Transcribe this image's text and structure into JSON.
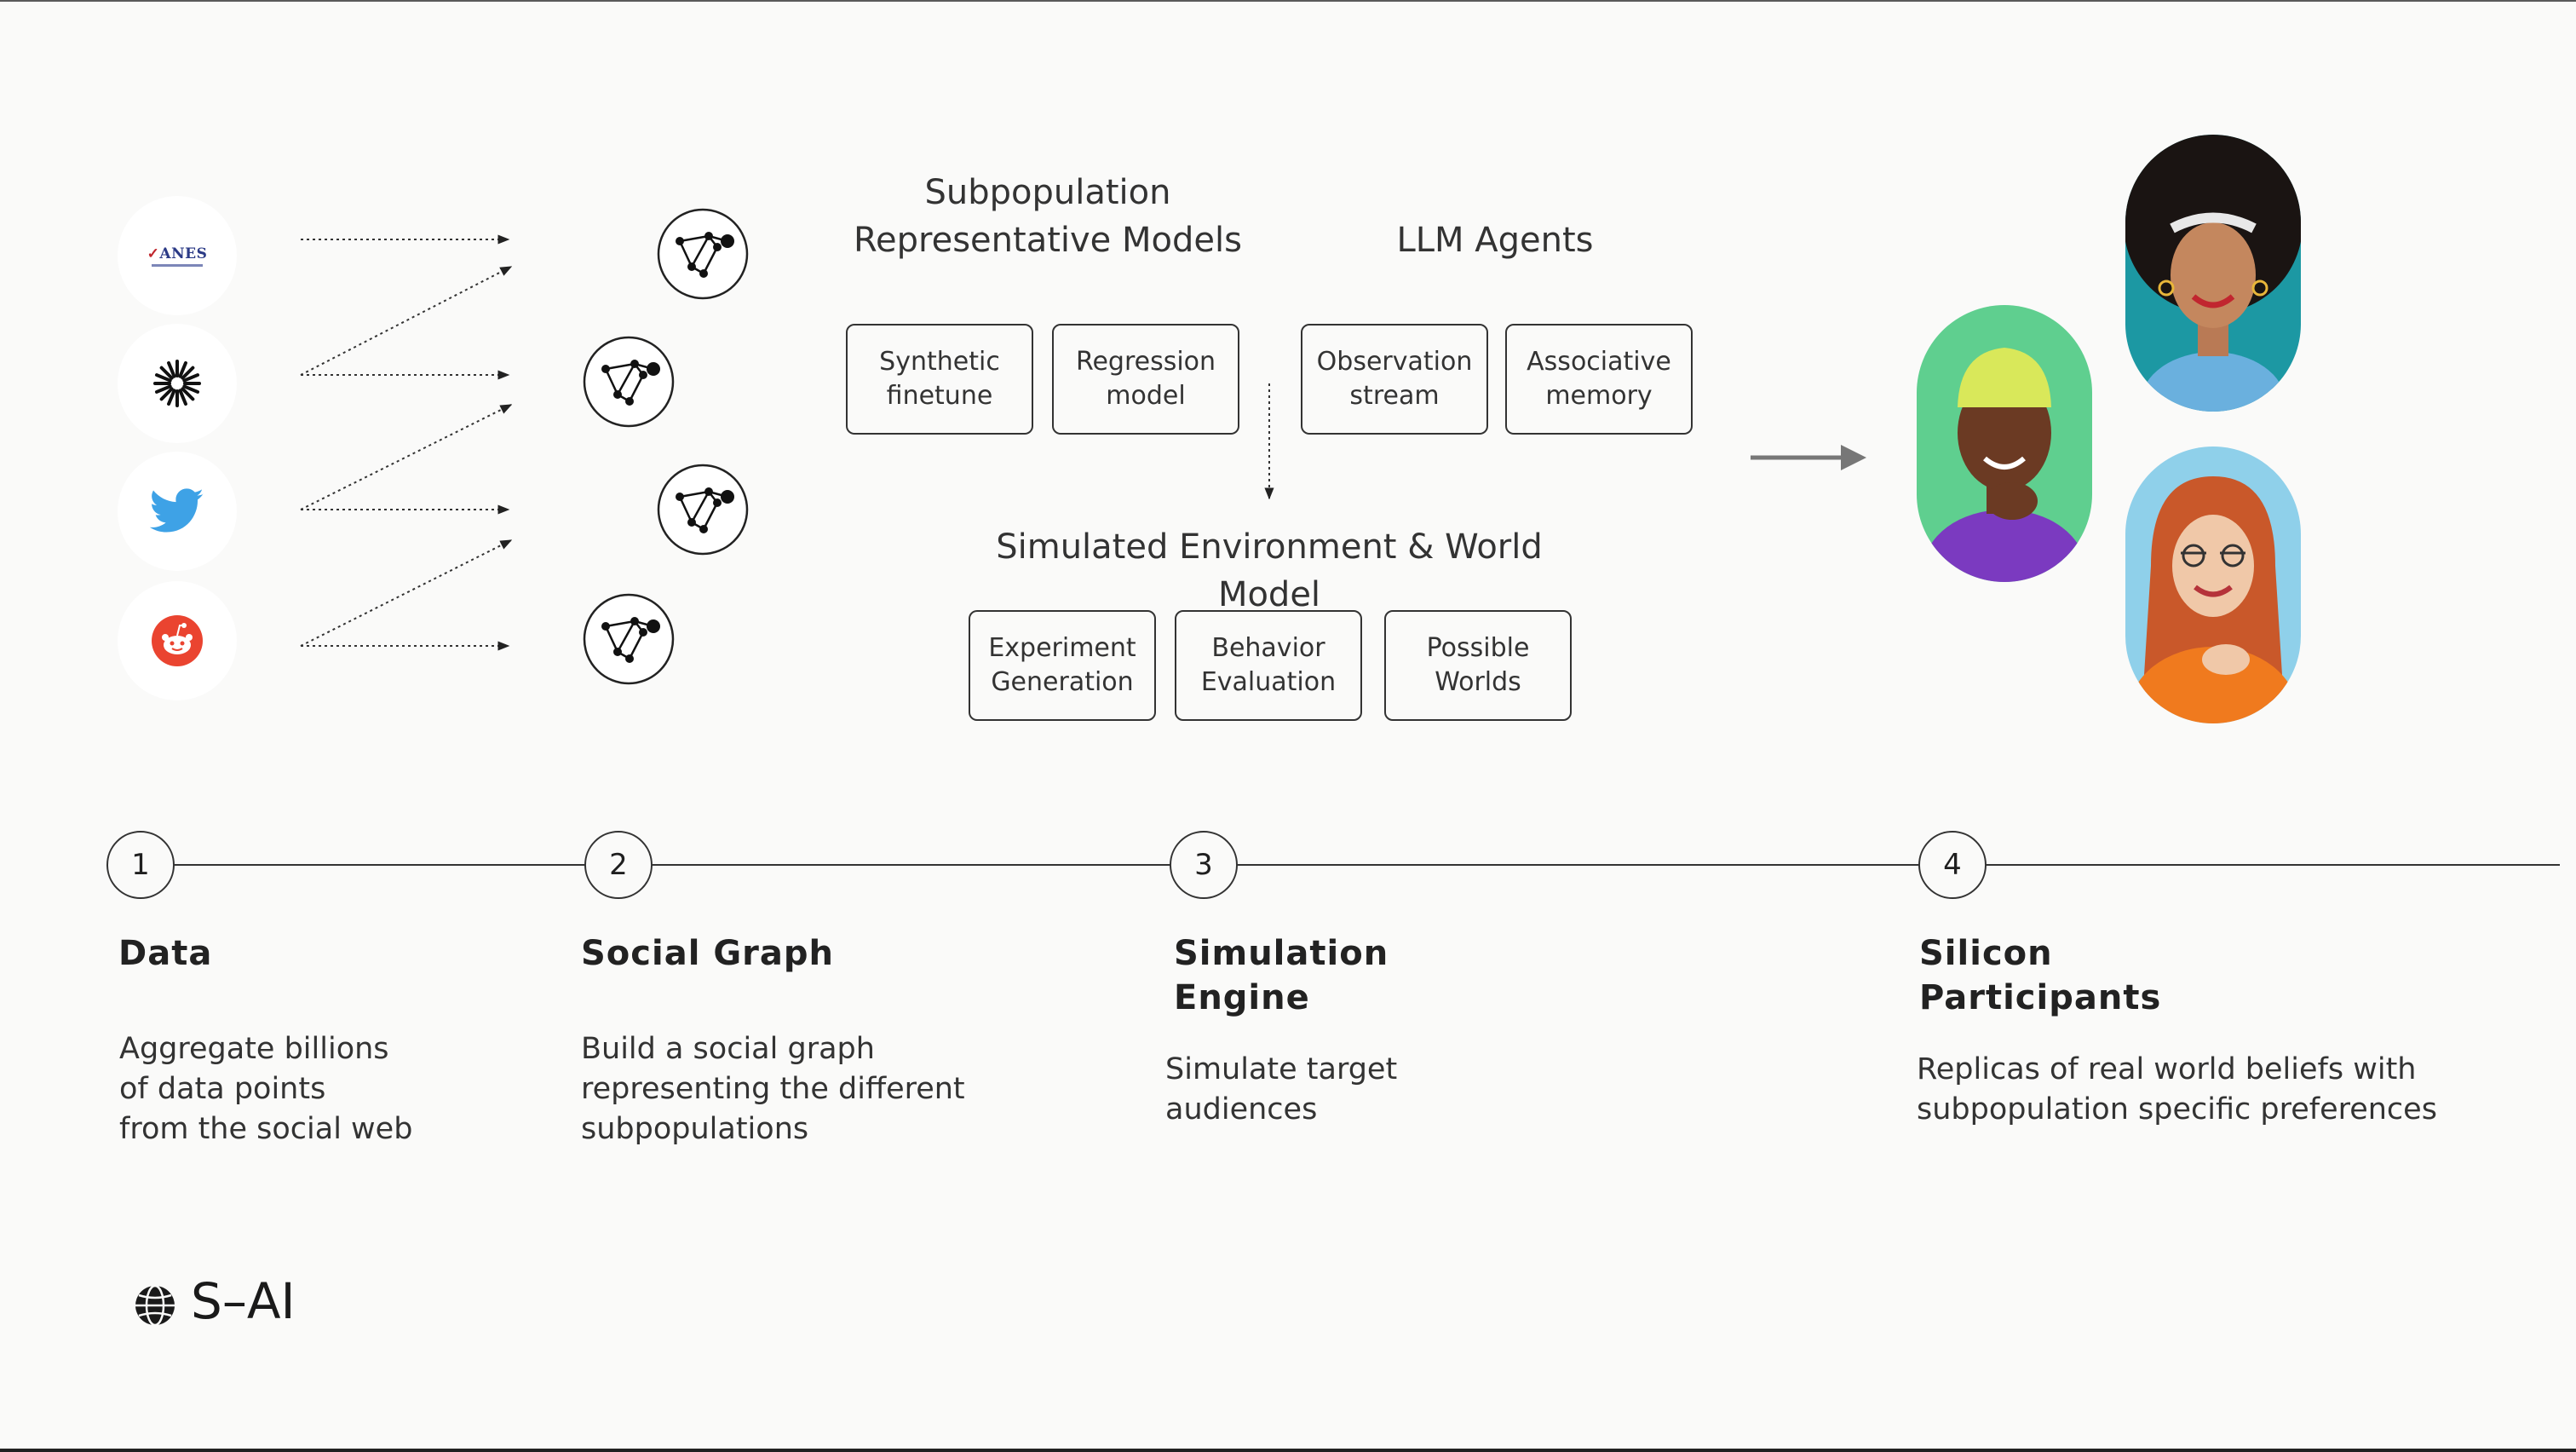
{
  "diagram": {
    "headings": {
      "subpopulation": "Subpopulation\nRepresentative Models",
      "llm_agents": "LLM Agents",
      "sim_env": "Simulated Environment & World Model"
    },
    "boxes": {
      "synthetic_finetune": "Synthetic\nfinetune",
      "regression_model": "Regression\nmodel",
      "observation_stream": "Observation\nstream",
      "associative_memory": "Associative\nmemory",
      "experiment_generation": "Experiment\nGeneration",
      "behavior_evaluation": "Behavior\nEvaluation",
      "possible_worlds": "Possible\nWorlds"
    },
    "sources": {
      "anes_label": "ANES",
      "icons": [
        "anes-logo-icon",
        "sunburst-icon",
        "twitter-bird-icon",
        "reddit-icon"
      ]
    },
    "colors": {
      "twitter": "#3ea2e6",
      "reddit": "#ea4430",
      "portrait_green": "#5fcf8f",
      "portrait_teal": "#1c98a3",
      "portrait_blue": "#8fd0ea",
      "arrow_gray": "#777777"
    }
  },
  "steps": [
    {
      "number": "1",
      "title": "Data",
      "description": "Aggregate billions\nof data points\nfrom the social web"
    },
    {
      "number": "2",
      "title": "Social Graph",
      "description": "Build a social graph\nrepresenting the different\nsubpopulations"
    },
    {
      "number": "3",
      "title": "Simulation\nEngine",
      "description": "Simulate target\naudiences"
    },
    {
      "number": "4",
      "title": "Silicon\nParticipants",
      "description": "Replicas of real world beliefs with\nsubpopulation specific preferences"
    }
  ],
  "logo": {
    "text": "S–AI"
  }
}
